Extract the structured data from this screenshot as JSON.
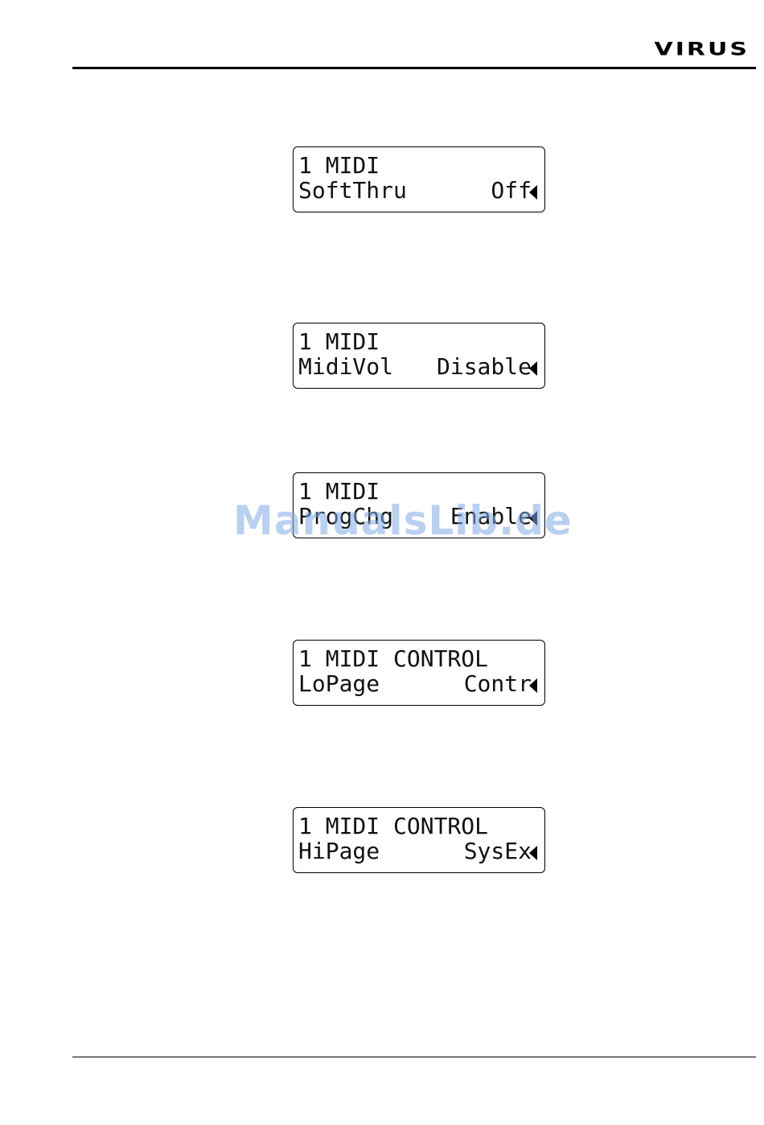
{
  "header": {
    "logo_text": "VIRUS"
  },
  "watermark": "ManualsLib.de",
  "displays": [
    {
      "line1": "1 MIDI",
      "line2_left": "SoftThru",
      "line2_right": "Off"
    },
    {
      "line1": "1 MIDI",
      "line2_left": "MidiVol",
      "line2_right": "Disable"
    },
    {
      "line1": "1 MIDI",
      "line2_left": "ProgChg",
      "line2_right": "Enable"
    },
    {
      "line1": "1 MIDI CONTROL",
      "line2_left": "LoPage",
      "line2_right": "Contr"
    },
    {
      "line1": "1 MIDI CONTROL",
      "line2_left": "HiPage",
      "line2_right": "SysEx"
    }
  ]
}
